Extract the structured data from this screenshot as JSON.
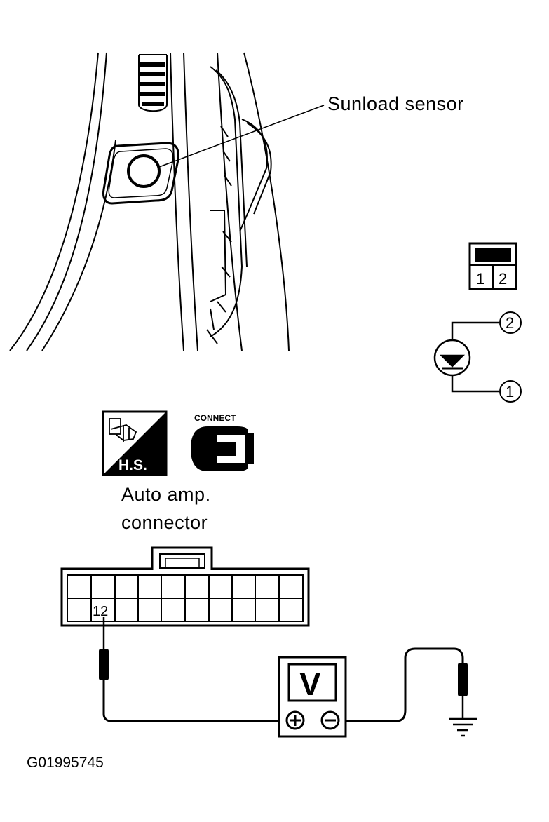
{
  "sensor_label": "Sunload sensor",
  "connector_pins": [
    "1",
    "2"
  ],
  "diode_terminals": {
    "top": "2",
    "bottom": "1"
  },
  "icon_hs_text": "H.S.",
  "icon_connect_text": "CONNECT",
  "amp_connector_label_line1": "Auto amp.",
  "amp_connector_label_line2": "connector",
  "amp_pin_number": "12",
  "meter_symbol": "V",
  "meter_plus": "+",
  "meter_minus": "−",
  "figure_code": "G01995745"
}
